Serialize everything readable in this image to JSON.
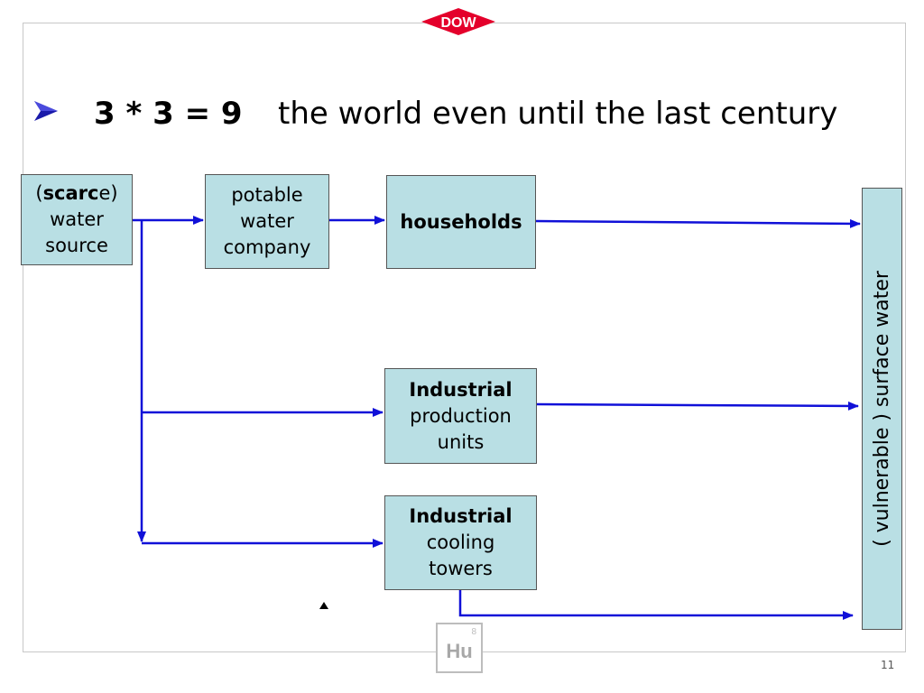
{
  "logo": {
    "text": "DOW",
    "color": "#e4002b"
  },
  "heading": {
    "formula": "3 * 3 = 9",
    "tagline": "the world even until the last century",
    "bullet_icon": "arrow-bullet-icon",
    "bullet_color": "#1a1aaa"
  },
  "nodes": {
    "source": {
      "open": "(",
      "bold": "scarc",
      "tail": "e)",
      "line2": "water",
      "line3": "source"
    },
    "potable": {
      "line1": "potable",
      "line2": "water",
      "line3": "company"
    },
    "households": {
      "bold": "households"
    },
    "production": {
      "bold": "Industrial",
      "line2": "production",
      "line3": "units"
    },
    "cooling": {
      "bold": "Industrial",
      "line2": "cooling",
      "line3": "towers"
    },
    "surface": {
      "text": "( vulnerable ) surface water"
    }
  },
  "colors": {
    "box_fill": "#b9dfe4",
    "arrow": "#1010d8"
  },
  "watermark": {
    "symbol": "Hu",
    "number": "8"
  },
  "page_number": "11"
}
